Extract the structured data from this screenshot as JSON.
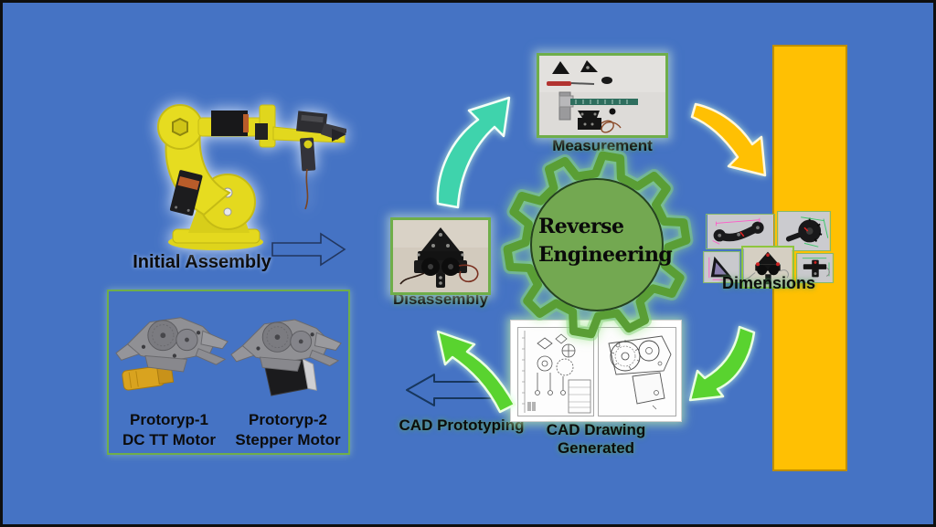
{
  "stages": {
    "initial_assembly": {
      "label": "Initial Assembly"
    },
    "disassembly": {
      "label": "Disassembly"
    },
    "measurement": {
      "label": "Measurement"
    },
    "dimensions": {
      "label": "Dimensions"
    },
    "cad_drawing": {
      "line1": "CAD Drawing",
      "line2": "Generated"
    },
    "cad_prototyping": {
      "label": "CAD Prototyping"
    }
  },
  "center_badge": {
    "line1": "Reverse",
    "line2": "Engineering"
  },
  "prototypes": {
    "items": [
      {
        "name": "Protoryp-1",
        "motor": "DC TT Motor"
      },
      {
        "name": "Protoryp-2",
        "motor": "Stepper Motor"
      }
    ]
  },
  "colors": {
    "background": "#4573C4",
    "frame": "#0f0f0f",
    "highlight_bar": "#FFC003",
    "bar_border": "#BD8D00",
    "gear_stroke": "#5A9E35",
    "badge_fill": "#73A851",
    "arrow_teal": "#3FD3AC",
    "arrow_orange": "#FFC003",
    "arrow_green": "#59D32F",
    "arrow_blue": "#4573C4",
    "photo_frame_green": "#6FAE4A"
  }
}
